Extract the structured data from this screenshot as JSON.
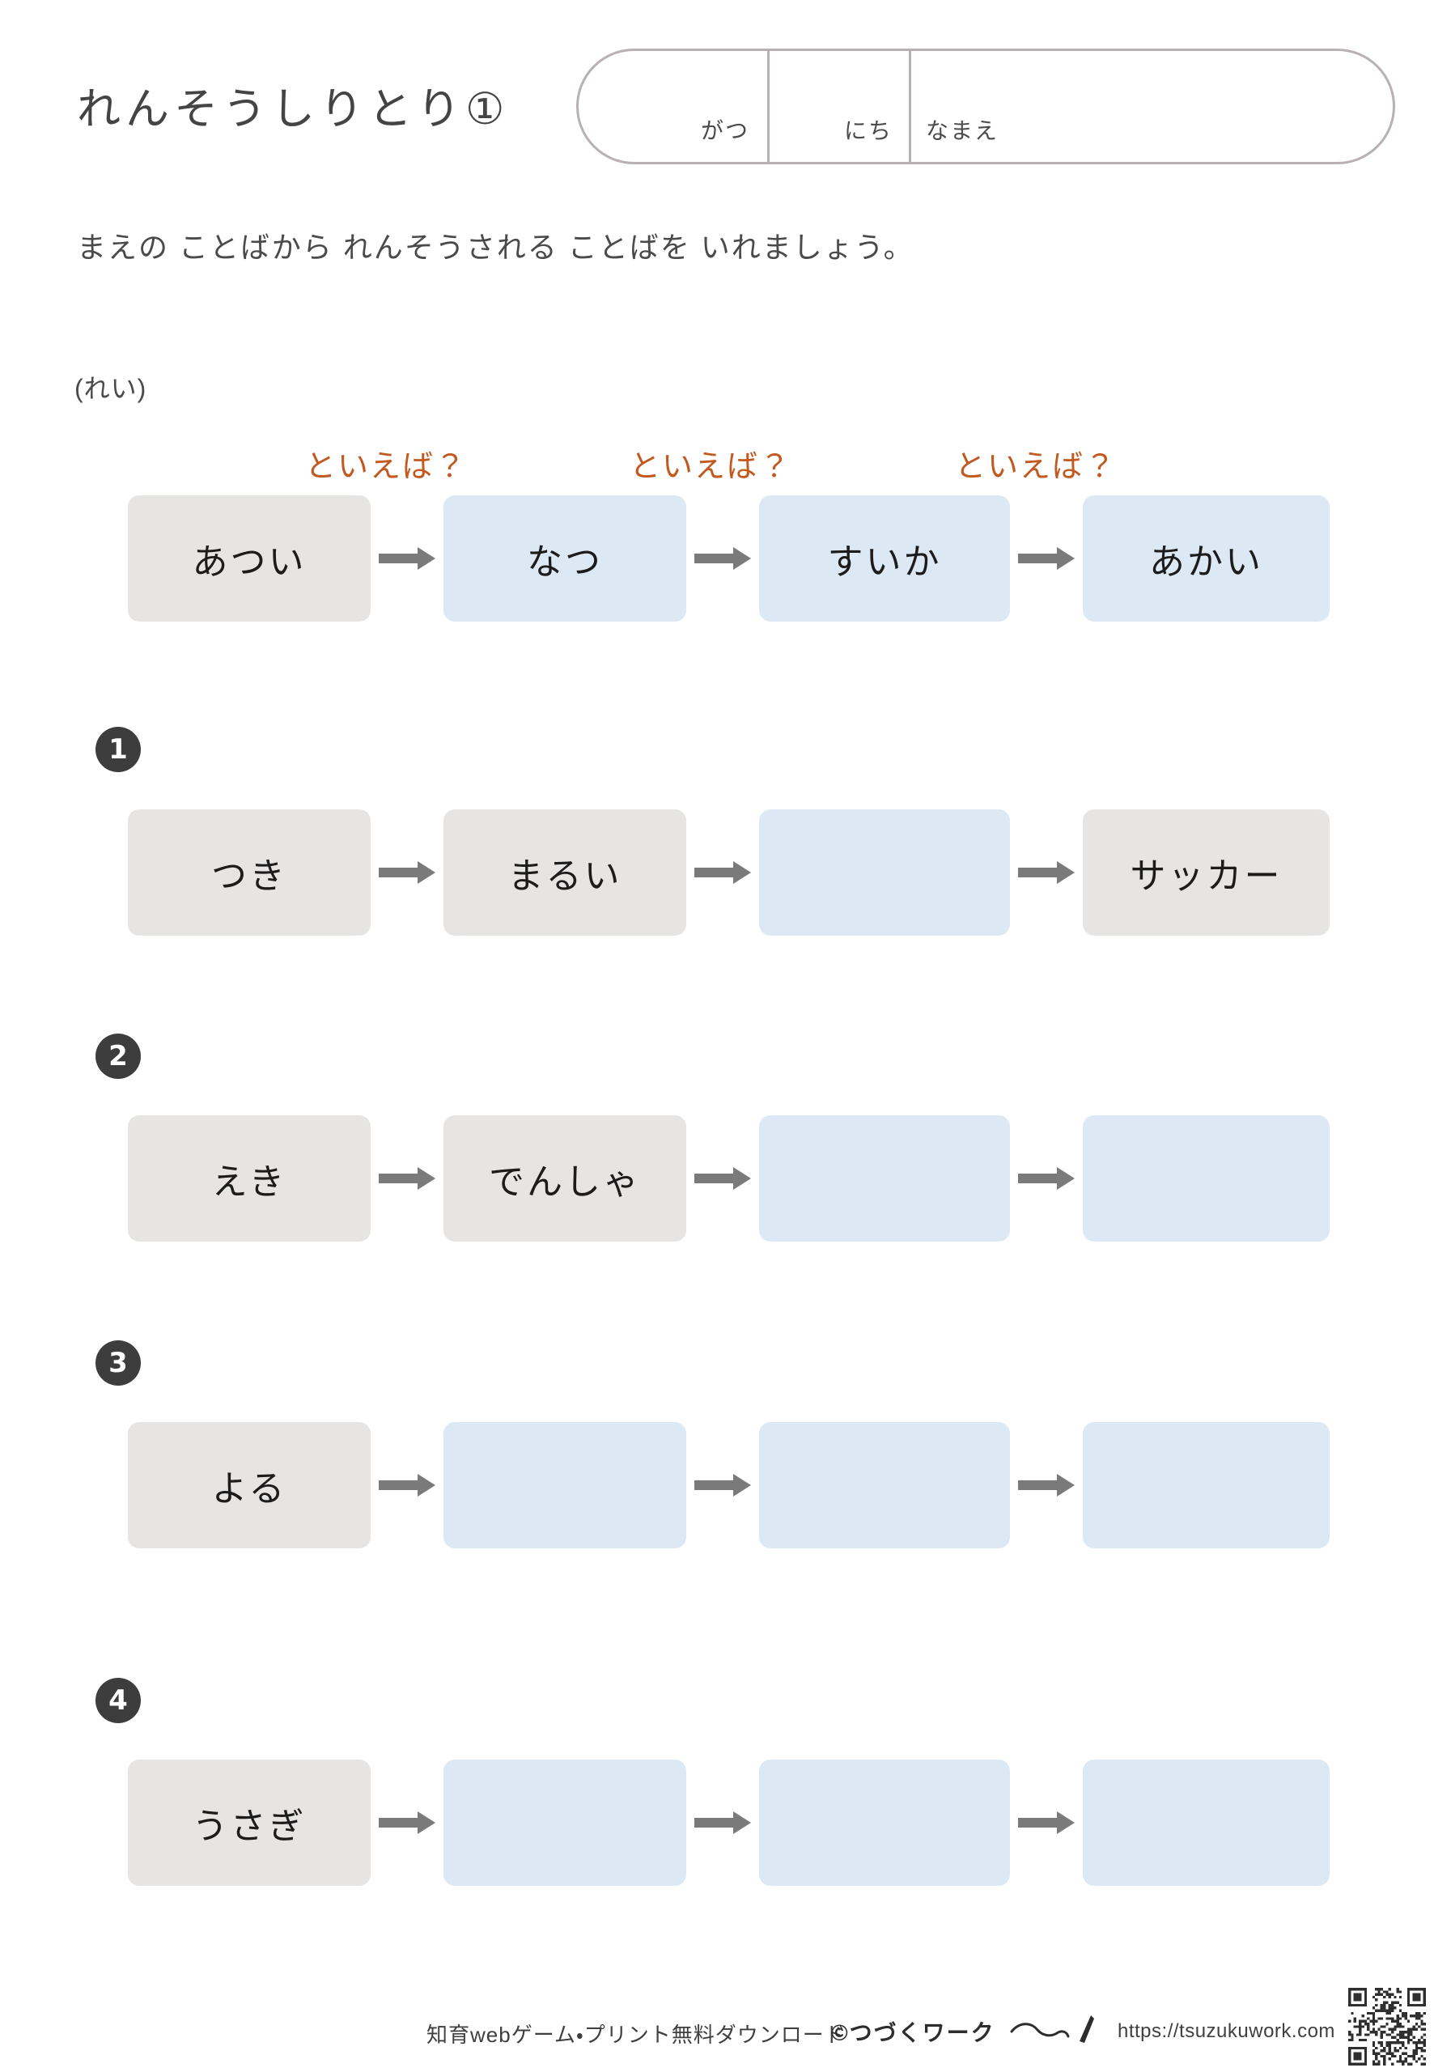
{
  "header": {
    "title": "れんそうしりとり①",
    "name_fields": [
      {
        "label": "がつ"
      },
      {
        "label": "にち"
      },
      {
        "label": "なまえ"
      }
    ]
  },
  "instruction": "まえの ことばから れんそうされる ことばを いれましょう。",
  "example": {
    "label": "(れい)",
    "prompt_labels": [
      "といえば？",
      "といえば？",
      "といえば？"
    ],
    "cards": [
      {
        "text": "あつい",
        "state": "given"
      },
      {
        "text": "なつ",
        "state": "answer"
      },
      {
        "text": "すいか",
        "state": "answer"
      },
      {
        "text": "あかい",
        "state": "answer"
      }
    ]
  },
  "problems": [
    {
      "number": "1",
      "cards": [
        {
          "text": "つき",
          "state": "given"
        },
        {
          "text": "まるい",
          "state": "given"
        },
        {
          "text": "",
          "state": "blank"
        },
        {
          "text": "サッカー",
          "state": "given"
        }
      ]
    },
    {
      "number": "2",
      "cards": [
        {
          "text": "えき",
          "state": "given"
        },
        {
          "text": "でんしゃ",
          "state": "given"
        },
        {
          "text": "",
          "state": "blank"
        },
        {
          "text": "",
          "state": "blank"
        }
      ]
    },
    {
      "number": "3",
      "cards": [
        {
          "text": "よる",
          "state": "given"
        },
        {
          "text": "",
          "state": "blank"
        },
        {
          "text": "",
          "state": "blank"
        },
        {
          "text": "",
          "state": "blank"
        }
      ]
    },
    {
      "number": "4",
      "cards": [
        {
          "text": "うさぎ",
          "state": "given"
        },
        {
          "text": "",
          "state": "blank"
        },
        {
          "text": "",
          "state": "blank"
        },
        {
          "text": "",
          "state": "blank"
        }
      ]
    }
  ],
  "footer": {
    "text": "知育webゲーム・プリント無料ダウンロード",
    "brand": "©つづくワーク",
    "url": "https://tsuzukuwork.com",
    "qr_alt": "qr-code"
  },
  "colors": {
    "given_card": "#e7e5e4",
    "blank_card": "#dce9f5",
    "prompt_orange": "#c25a20",
    "badge": "#3d3d3d",
    "arrow": "#7a7a7a",
    "namebox_border": "#b9b1b1"
  }
}
